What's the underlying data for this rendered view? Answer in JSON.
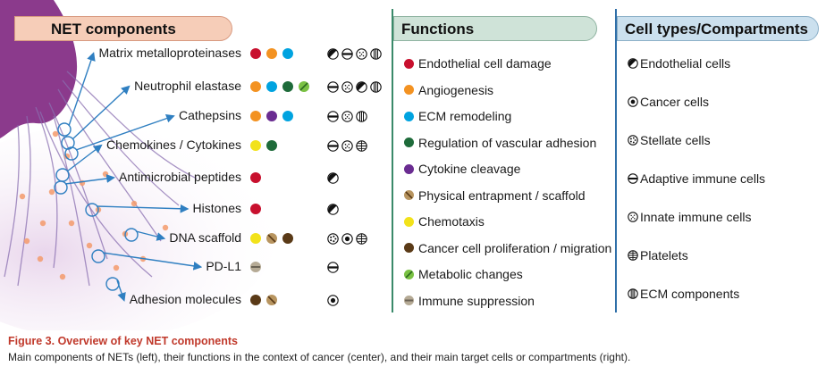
{
  "headers": {
    "components": "NET components",
    "functions": "Functions",
    "cell_types": "Cell types/Compartments"
  },
  "colors": {
    "red": "#c8102e",
    "orange": "#f39221",
    "cyan": "#00a3e0",
    "dark_green": "#1e6b3a",
    "purple": "#6a2c91",
    "tan": "#b89560",
    "yellow": "#f2e21a",
    "brown": "#5a3a17",
    "light_green": "#7ac143",
    "gray": "#b5aa95",
    "arrow": "#2f7fc1",
    "fiber": "#8a6fb0",
    "cell_body": "#8b3a8c"
  },
  "components": [
    {
      "label": "Matrix metalloproteinases",
      "functions": [
        "red",
        "orange",
        "cyan"
      ],
      "targets": [
        "endothelial",
        "adaptive",
        "innate",
        "ecm"
      ]
    },
    {
      "label": "Neutrophil elastase",
      "functions": [
        "orange",
        "cyan",
        "dark_green",
        "light_green"
      ],
      "targets": [
        "adaptive",
        "innate",
        "endothelial",
        "ecm"
      ]
    },
    {
      "label": "Cathepsins",
      "functions": [
        "orange",
        "purple",
        "cyan"
      ],
      "targets": [
        "adaptive",
        "innate",
        "ecm"
      ]
    },
    {
      "label": "Chemokines / Cytokines",
      "functions": [
        "yellow",
        "dark_green"
      ],
      "targets": [
        "adaptive",
        "innate",
        "platelets"
      ]
    },
    {
      "label": "Antimicrobial peptides",
      "functions": [
        "red"
      ],
      "targets": [
        "endothelial"
      ]
    },
    {
      "label": "Histones",
      "functions": [
        "red"
      ],
      "targets": [
        "endothelial"
      ]
    },
    {
      "label": "DNA scaffold",
      "functions": [
        "yellow",
        "tan",
        "brown"
      ],
      "targets": [
        "stellate",
        "cancer",
        "platelets"
      ]
    },
    {
      "label": "PD-L1",
      "functions": [
        "gray"
      ],
      "targets": [
        "adaptive"
      ]
    },
    {
      "label": "Adhesion molecules",
      "functions": [
        "brown",
        "tan"
      ],
      "targets": [
        "cancer"
      ]
    }
  ],
  "functions": [
    {
      "label": "Endothelial cell damage",
      "color": "red"
    },
    {
      "label": "Angiogenesis",
      "color": "orange"
    },
    {
      "label": "ECM remodeling",
      "color": "cyan"
    },
    {
      "label": "Regulation of vascular adhesion",
      "color": "dark_green"
    },
    {
      "label": "Cytokine cleavage",
      "color": "purple"
    },
    {
      "label": "Physical entrapment / scaffold",
      "color": "tan"
    },
    {
      "label": "Chemotaxis",
      "color": "yellow"
    },
    {
      "label": "Cancer cell proliferation / migration",
      "color": "brown"
    },
    {
      "label": "Metabolic changes",
      "color": "light_green"
    },
    {
      "label": "Immune suppression",
      "color": "gray"
    }
  ],
  "cell_types": [
    {
      "key": "endothelial",
      "label": "Endothelial cells"
    },
    {
      "key": "cancer",
      "label": "Cancer cells"
    },
    {
      "key": "stellate",
      "label": "Stellate cells"
    },
    {
      "key": "adaptive",
      "label": "Adaptive immune cells"
    },
    {
      "key": "innate",
      "label": "Innate immune cells"
    },
    {
      "key": "platelets",
      "label": "Platelets"
    },
    {
      "key": "ecm",
      "label": "ECM components"
    }
  ],
  "caption": {
    "title": "Figure 3.  Overview of key NET components",
    "text": "Main components of NETs (left), their functions in the context of cancer (center), and their main target cells or compartments (right)."
  }
}
